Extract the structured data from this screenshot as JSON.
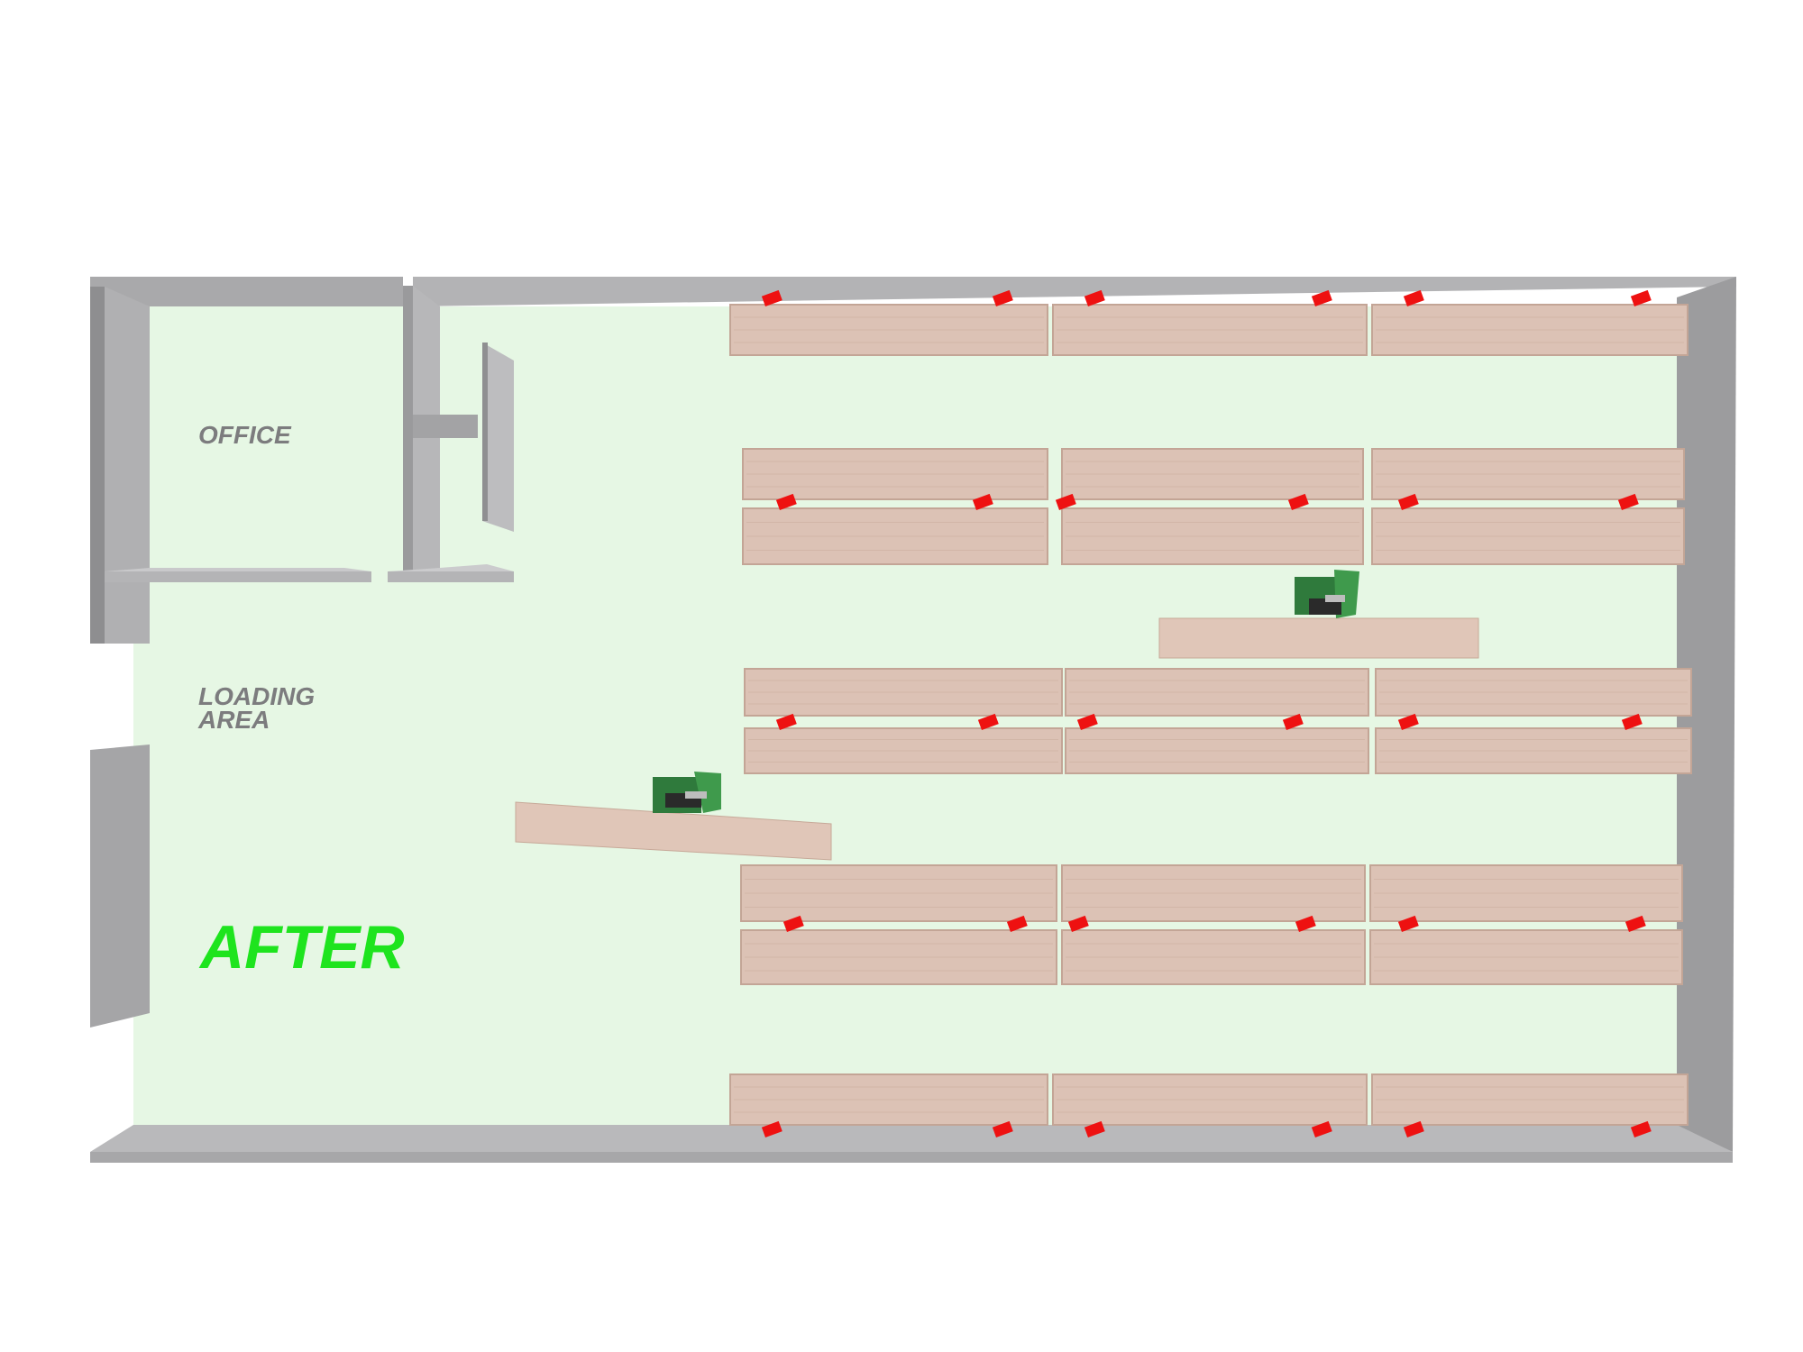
{
  "labels": {
    "office": "OFFICE",
    "loading_line1": "LOADING",
    "loading_line2": "AREA",
    "status": "AFTER"
  },
  "colors": {
    "floor": "#e6f7e4",
    "wall": "#a9a9ab",
    "wall_light": "#c4c4c6",
    "wall_dark": "#8e8e90",
    "rack": "#dcc2b5",
    "rack_edge": "#c3a596",
    "bracket": "#ee1111",
    "status_text": "#1ee41e",
    "label_text": "#7c7c7e",
    "truck_body": "#2f7a3c",
    "truck_dark": "#2a2a2a"
  },
  "icons": {
    "forklift": "forklift-icon",
    "rack_bracket": "bracket-icon"
  }
}
